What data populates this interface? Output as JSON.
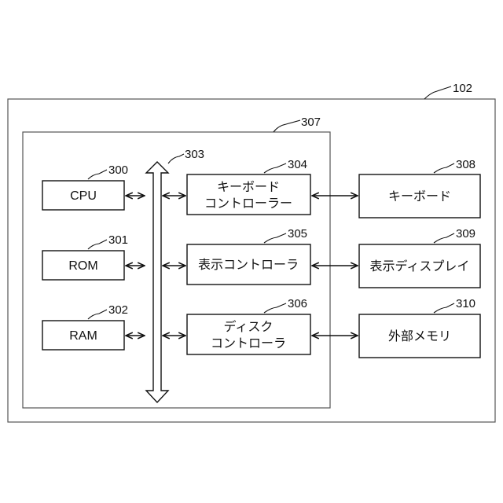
{
  "refs": {
    "system": "102",
    "board": "307",
    "cpu": "300",
    "rom": "301",
    "ram": "302",
    "bus": "303",
    "kbd_ctrl": "304",
    "disp_ctrl": "305",
    "disk_ctrl": "306",
    "keyboard": "308",
    "display": "309",
    "ext_mem": "310"
  },
  "labels": {
    "cpu": "CPU",
    "rom": "ROM",
    "ram": "RAM",
    "kbd_ctrl_1": "キーボード",
    "kbd_ctrl_2": "コントローラー",
    "disp_ctrl": "表示コントローラ",
    "disk_ctrl_1": "ディスク",
    "disk_ctrl_2": "コントローラ",
    "keyboard": "キーボード",
    "display": "表示ディスプレイ",
    "ext_mem": "外部メモリ"
  }
}
